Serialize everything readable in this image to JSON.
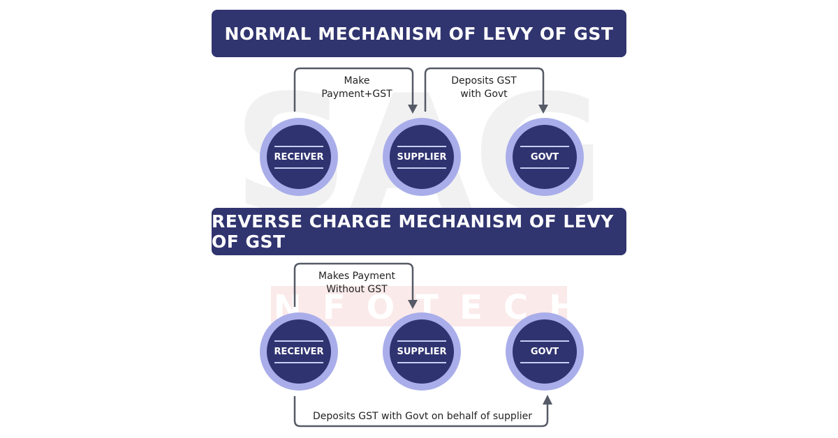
{
  "watermark": {
    "line1": "SAG",
    "line2": "INFOTECH"
  },
  "normal": {
    "title": "NORMAL MECHANISM OF LEVY OF GST",
    "nodes": [
      "RECEIVER",
      "SUPPLIER",
      "GOVT"
    ],
    "arrows": [
      {
        "from": "RECEIVER",
        "to": "SUPPLIER",
        "label_l1": "Make",
        "label_l2": "Payment+GST"
      },
      {
        "from": "SUPPLIER",
        "to": "GOVT",
        "label_l1": "Deposits GST",
        "label_l2": "with Govt"
      }
    ]
  },
  "reverse": {
    "title": "REVERSE CHARGE MECHANISM OF LEVY OF GST",
    "nodes": [
      "RECEIVER",
      "SUPPLIER",
      "GOVT"
    ],
    "arrows": [
      {
        "from": "RECEIVER",
        "to": "SUPPLIER",
        "label_l1": "Makes Payment",
        "label_l2": "Without GST"
      },
      {
        "from": "RECEIVER",
        "to": "GOVT",
        "label": "Deposits GST with Govt on behalf of supplier"
      }
    ]
  },
  "colors": {
    "banner": "#30346f",
    "node_inner": "#2f3370",
    "node_ring": "#a9aeea",
    "arrow": "#555a66"
  }
}
